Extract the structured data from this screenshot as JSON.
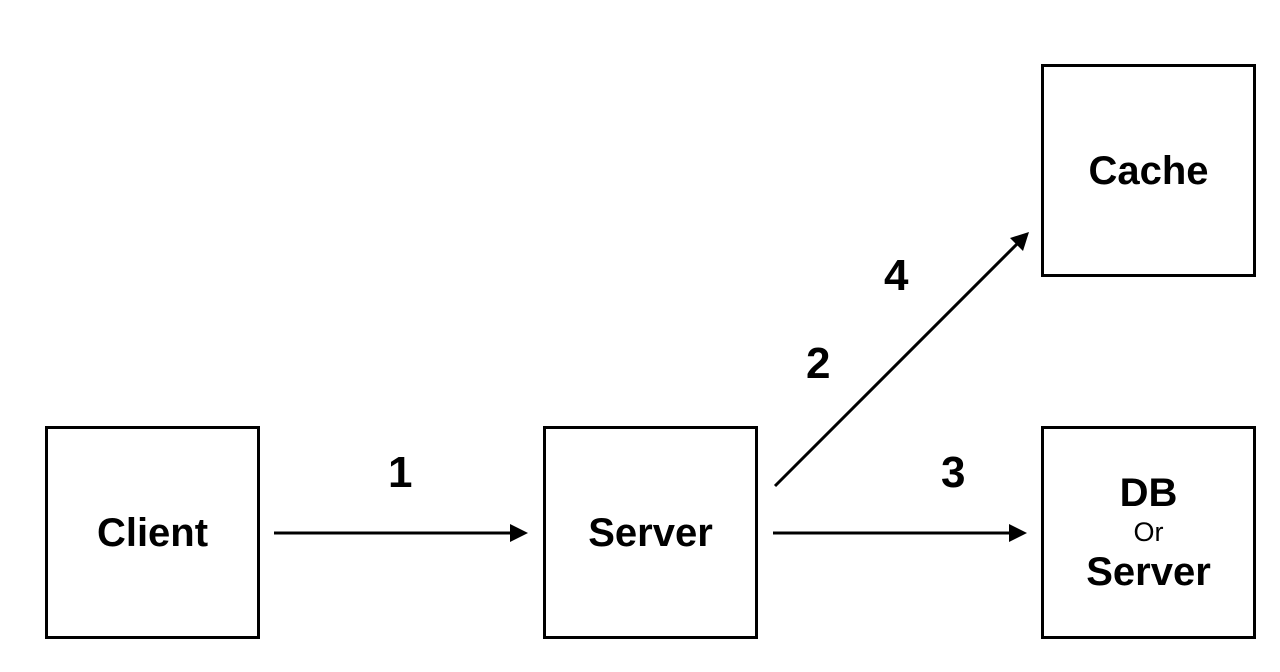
{
  "nodes": {
    "client": {
      "label": "Client"
    },
    "server": {
      "label": "Server"
    },
    "cache": {
      "label": "Cache"
    },
    "db": {
      "line1": "DB",
      "line2": "Or",
      "line3": "Server"
    }
  },
  "steps": {
    "one": "1",
    "two": "2",
    "three": "3",
    "four": "4"
  },
  "edges": [
    {
      "from": "client",
      "to": "server",
      "step": "1"
    },
    {
      "from": "server",
      "to": "cache",
      "step": "2"
    },
    {
      "from": "server",
      "to": "db",
      "step": "3"
    },
    {
      "from": "server",
      "to": "cache",
      "step": "4"
    }
  ],
  "colors": {
    "stroke": "#000000",
    "background": "#ffffff"
  }
}
